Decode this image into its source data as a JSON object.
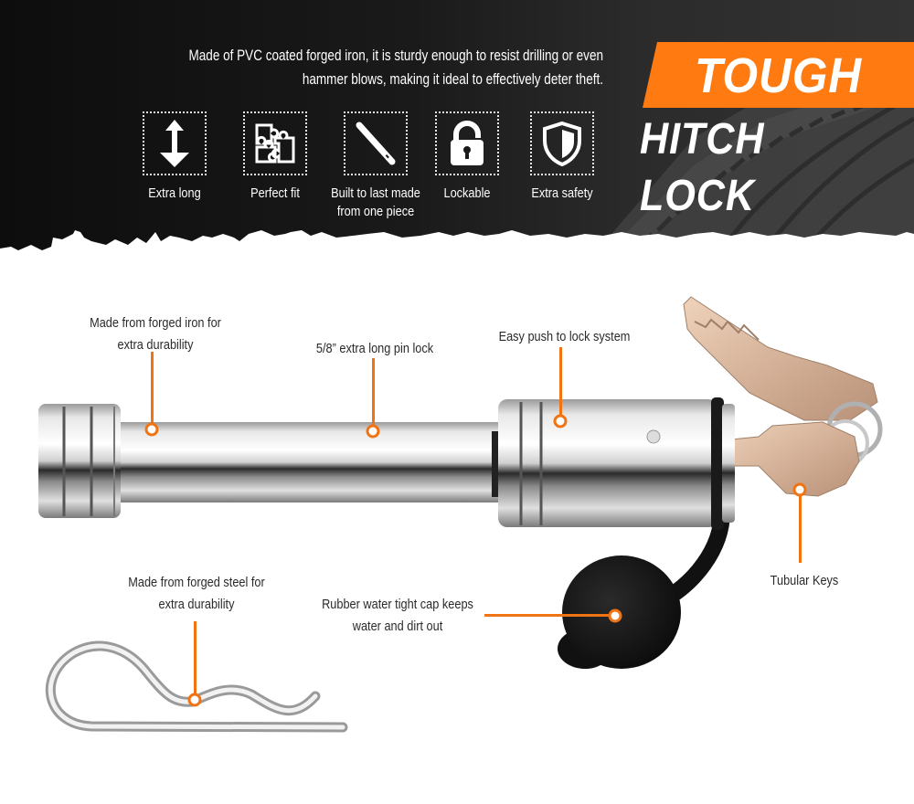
{
  "banner": {
    "intro_text": "Made of PVC coated forged iron, it is sturdy enough to resist drilling or even hammer blows, making it ideal to effectively deter theft.",
    "title_line1": "TOUGH",
    "title_line2": "HITCH LOCK",
    "accent_color": "#ff7a10",
    "features": [
      {
        "icon": "double-arrow-vertical-icon",
        "label": "Extra long"
      },
      {
        "icon": "puzzle-icon",
        "label": "Perfect fit"
      },
      {
        "icon": "rod-icon",
        "label": "Built to last made from one piece"
      },
      {
        "icon": "padlock-icon",
        "label": "Lockable"
      },
      {
        "icon": "shield-icon",
        "label": "Extra safety"
      }
    ]
  },
  "callouts": [
    {
      "id": "forged-iron",
      "text": "Made from forged iron for extra durability"
    },
    {
      "id": "pin-length",
      "text": "5/8” extra long pin lock"
    },
    {
      "id": "push-lock",
      "text": "Easy push to lock system"
    },
    {
      "id": "tubular-keys",
      "text": "Tubular Keys"
    },
    {
      "id": "forged-steel",
      "text": "Made from forged steel for extra durability"
    },
    {
      "id": "rubber-cap",
      "text": "Rubber water tight cap keeps water and dirt out"
    }
  ]
}
